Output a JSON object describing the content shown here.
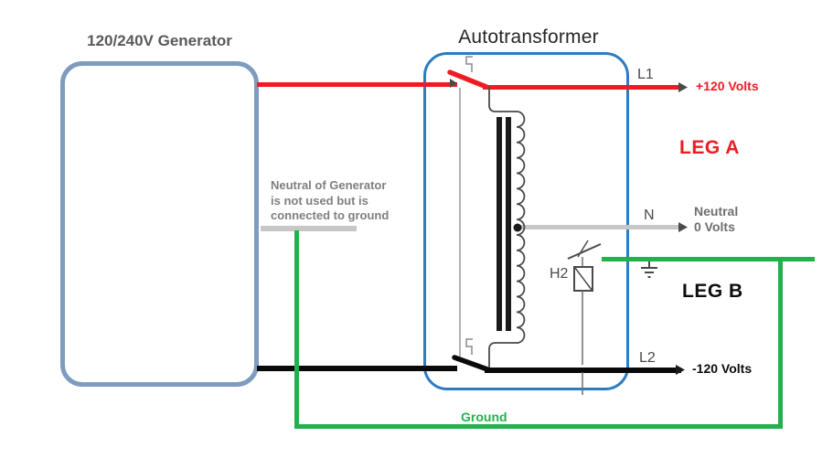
{
  "diagram": {
    "generator": {
      "title": "120/240V Generator"
    },
    "autotransformer": {
      "title": "Autotransformer"
    },
    "terminals": {
      "l1": "L1",
      "l1_voltage": "+120 Volts",
      "n": "N",
      "neutral_name": "Neutral",
      "neutral_voltage": "0 Volts",
      "l2": "L2",
      "l2_voltage": "-120 Volts",
      "fuse": "H2",
      "ground": "Ground"
    },
    "legs": {
      "leg_a": "LEG A",
      "leg_b": "LEG B"
    },
    "note": {
      "line1": "Neutral of Generator",
      "line2": "is not used but is",
      "line3": "connected to ground"
    },
    "colors": {
      "hot_leg_a": "#ed1c24",
      "hot_leg_b": "#0a0a0a",
      "neutral": "#c7c7c7",
      "ground": "#22b14c",
      "generator_box_border": "#7e9cc0",
      "autotransformer_box_border": "#2d7cc1"
    }
  }
}
